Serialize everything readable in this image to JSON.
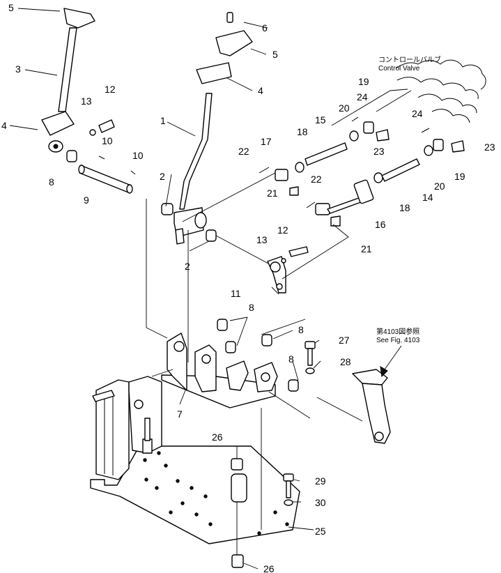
{
  "labels": {
    "l5a": "5",
    "l6": "6",
    "l5b": "5",
    "l3": "3",
    "l4a": "4",
    "l4b": "4",
    "l13a": "13",
    "l12a": "12",
    "l10a": "10",
    "l10b": "10",
    "l8a": "8",
    "l9": "9",
    "l1": "1",
    "l2a": "2",
    "l2b": "2",
    "l22a": "22",
    "l17": "17",
    "l18a": "18",
    "l15": "15",
    "l20a": "20",
    "l24a": "24",
    "l19a": "19",
    "l23a": "23",
    "l21a": "21",
    "l24b": "24",
    "l23b": "23",
    "l19b": "19",
    "l20b": "20",
    "l14": "14",
    "l18b": "18",
    "l22b": "22",
    "l16": "16",
    "l21b": "21",
    "l12b": "12",
    "l13b": "13",
    "l11": "11",
    "l8b": "8",
    "l8c": "8",
    "l8d": "8",
    "l27": "27",
    "l28": "28",
    "l7": "7",
    "l26a": "26",
    "l29": "29",
    "l30": "30",
    "l25": "25",
    "l26b": "26"
  },
  "notes": {
    "control_valve_jp": "コントロールバルブ",
    "control_valve_en": "Control Valve",
    "see_fig_jp": "第4103図参照",
    "see_fig_en": "See Fig. 4103"
  }
}
